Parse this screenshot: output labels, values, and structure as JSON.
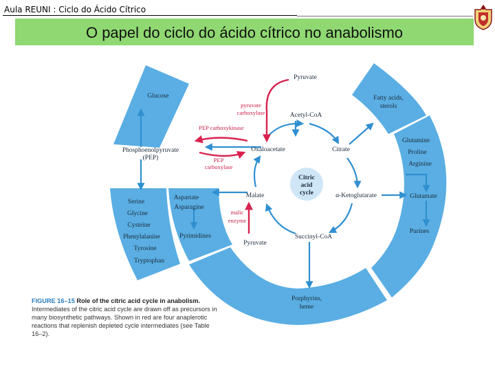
{
  "header": {
    "course_label": "Aula REUNI : Ciclo do Ácido Cítrico"
  },
  "slide": {
    "title": "O papel do ciclo do ácido cítrico no anabolismo"
  },
  "diagram": {
    "outer_ring": {
      "glucose": "Glucose",
      "fatty_acids_1": "Fatty acids,",
      "fatty_acids_2": "sterols",
      "amino_left": [
        "Serine",
        "Glycine",
        "Cysteine",
        "Phenylalanine",
        "Tyrosine",
        "Tryptophan"
      ],
      "aspartate": "Aspartate",
      "asparagine": "Asparagine",
      "pyrimidines": "Pyrimidines",
      "glutamine": "Glutamine",
      "proline": "Proline",
      "arginine": "Arginine",
      "glutamate": "Glutamate",
      "purines": "Purines",
      "porphyrins_1": "Porphyrins,",
      "porphyrins_2": "heme"
    },
    "inner": {
      "pyruvate_top": "Pyruvate",
      "acetyl_coa": "Acetyl-CoA",
      "oxaloacetate": "Oxaloacetate",
      "citrate": "Citrate",
      "alpha_kg": "α-Ketoglutarate",
      "succinyl_coa": "Succinyl-CoA",
      "malate": "Malate",
      "pyruvate_bottom": "Pyruvate",
      "cycle_1": "Citric",
      "cycle_2": "acid",
      "cycle_3": "cycle",
      "pep_1": "Phosphoenolpyruvate",
      "pep_2": "(PEP)"
    },
    "enzymes": {
      "pyruvate_carboxylase_1": "pyruvate",
      "pyruvate_carboxylase_2": "carboxylase",
      "pep_carboxykinase": "PEP carboxykinase",
      "pep_carboxylase_1": "PEP",
      "pep_carboxylase_2": "carboxylase",
      "malic_enzyme_1": "malic",
      "malic_enzyme_2": "enzyme"
    },
    "colors": {
      "ring": "#5aaee3",
      "arrow_blue": "#2f8fd0",
      "arrow_red": "#d8234f",
      "center": "#cfe6f7"
    }
  },
  "caption": {
    "number": "FIGURE 16–15",
    "title": "Role of the citric acid cycle in anabolism.",
    "body": "Intermediates of the citric acid cycle are drawn off as precursors in many biosynthetic pathways. Shown in red are four anaplerotic reactions that replenish depleted cycle intermediates (see Table 16–2)."
  }
}
